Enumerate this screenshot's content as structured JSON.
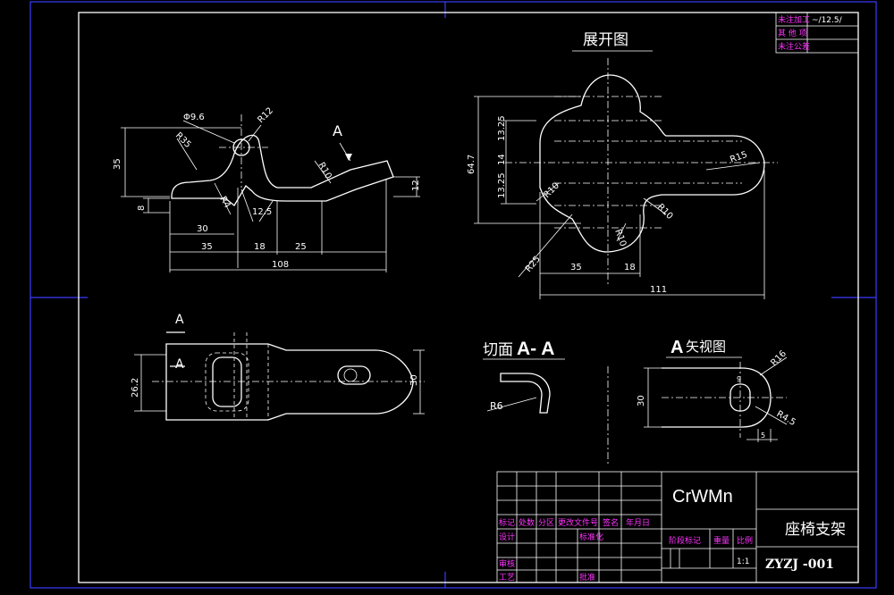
{
  "sheet": {
    "material": "CrWMn",
    "part_name": "座椅支架",
    "drawing_no": "ZYZJ -001",
    "scale_value": "1:1"
  },
  "roughness_table": {
    "rows": [
      "未注加工",
      "其 他 项",
      "未注公差"
    ],
    "value": "~/12.5/"
  },
  "views": {
    "flat_pattern_title": "展开图",
    "section_title": "切面",
    "section_letters": "A- A",
    "view_a_letter": "A",
    "view_a_title": "矢视图",
    "arrow_letter": "A"
  },
  "title_block": {
    "col_labels": [
      "标记",
      "处数",
      "分区",
      "更改文件号",
      "签名",
      "年月日"
    ],
    "design": "设计",
    "standardize": "标准化",
    "review": "审核",
    "process": "工艺",
    "approve": "批准",
    "stage_mark": "阶段标记",
    "weight": "重量",
    "scale": "比例"
  },
  "dims": {
    "front": {
      "phi": "Φ9.6",
      "r12": "R12",
      "r35": "R35",
      "h35": "35",
      "h8": "8",
      "r4": "R4",
      "angle": "12.5",
      "r10": "R10",
      "h12": "12",
      "d30": "30",
      "d35": "35",
      "d18": "18",
      "d25": "25",
      "d108": "108"
    },
    "flat": {
      "h64": "64.7",
      "a1": "13.25",
      "a2": "14",
      "a3": "13.25",
      "r15": "R15",
      "r10a": "R10",
      "r10b": "R10",
      "r10c": "R10",
      "r25": "R25",
      "w35": "35",
      "w18": "18",
      "w111": "111"
    },
    "top": {
      "w26": "26.2",
      "h30": "30"
    },
    "section": {
      "r6": "R6"
    },
    "view_a": {
      "h30": "30",
      "r16": "R16",
      "d9": "9",
      "r4": "R4.5",
      "d5": "5"
    }
  }
}
